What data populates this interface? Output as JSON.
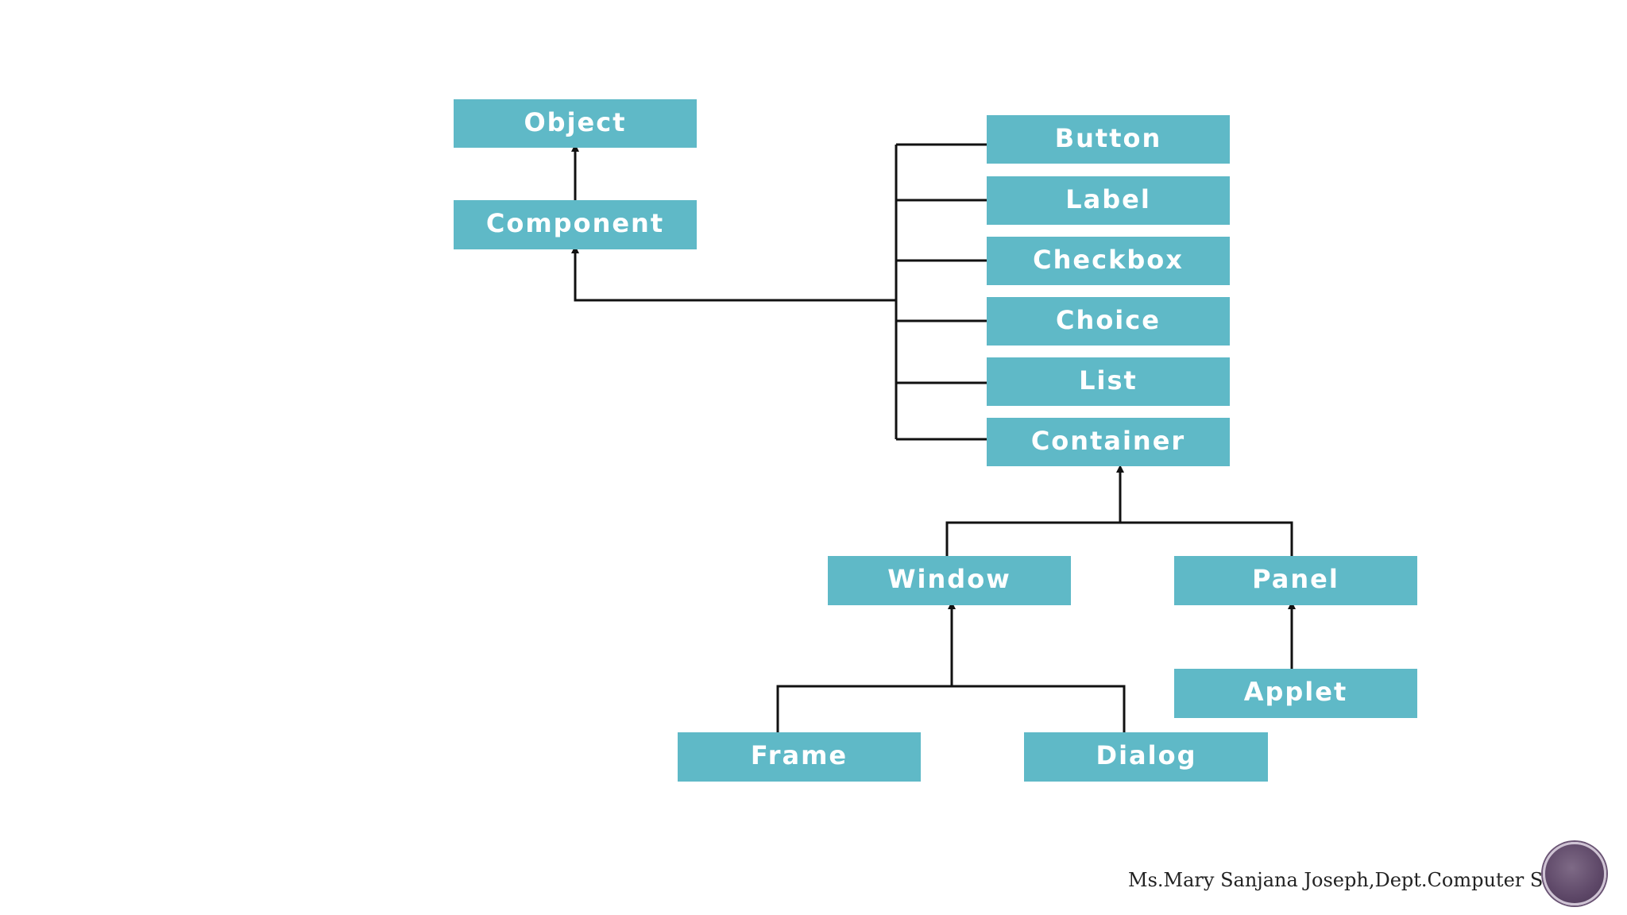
{
  "diagram": {
    "nodes": {
      "object": "Object",
      "component": "Component",
      "button": "Button",
      "label": "Label",
      "checkbox": "Checkbox",
      "choice": "Choice",
      "list": "List",
      "container": "Container",
      "window": "Window",
      "panel": "Panel",
      "frame": "Frame",
      "dialog": "Dialog",
      "applet": "Applet"
    },
    "edges": [
      {
        "from": "component",
        "to": "object"
      },
      {
        "from": "button",
        "to": "component"
      },
      {
        "from": "label",
        "to": "component"
      },
      {
        "from": "checkbox",
        "to": "component"
      },
      {
        "from": "choice",
        "to": "component"
      },
      {
        "from": "list",
        "to": "component"
      },
      {
        "from": "container",
        "to": "component"
      },
      {
        "from": "window",
        "to": "container"
      },
      {
        "from": "panel",
        "to": "container"
      },
      {
        "from": "frame",
        "to": "window"
      },
      {
        "from": "dialog",
        "to": "window"
      },
      {
        "from": "applet",
        "to": "panel"
      }
    ],
    "node_color": "#5fb9c7",
    "text_color": "#ffffff",
    "line_color": "#111111"
  },
  "footer": {
    "text": "Ms.Mary Sanjana Joseph,Dept.Computer Sc(UG)"
  }
}
